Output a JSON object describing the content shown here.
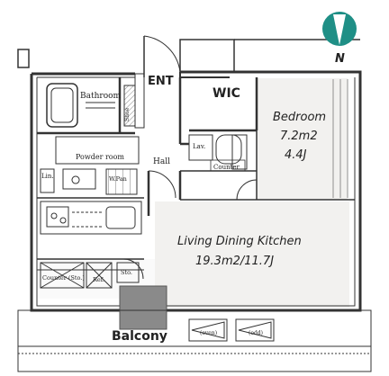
{
  "north": {
    "label": "N",
    "color": "#1f8f86"
  },
  "rooms": {
    "bathroom": "Bathroom",
    "shoe": "Shoe",
    "ent": "ENT",
    "wic": "WIC",
    "bedroom": {
      "name": "Bedroom",
      "area": "7.2m2",
      "jo": "4.4J"
    },
    "powder_room": "Powder room",
    "lav": "Lav.",
    "counter": "Counter",
    "hall": "Hall",
    "lin": "Lin.",
    "wpan": "W.Pan",
    "ldk": {
      "name": "Living Dining Kitchen",
      "area": "19.3m2/11.7J"
    },
    "counter_sto": "Counter (Sto.)",
    "ref": "Ref.",
    "sto": "Sto.",
    "balcony": "Balcony",
    "even": "(even)",
    "odd": "(odd)"
  },
  "colors": {
    "wall": "#333333",
    "floor": "#f2f1ef",
    "pillar": "#8a8a8a"
  }
}
